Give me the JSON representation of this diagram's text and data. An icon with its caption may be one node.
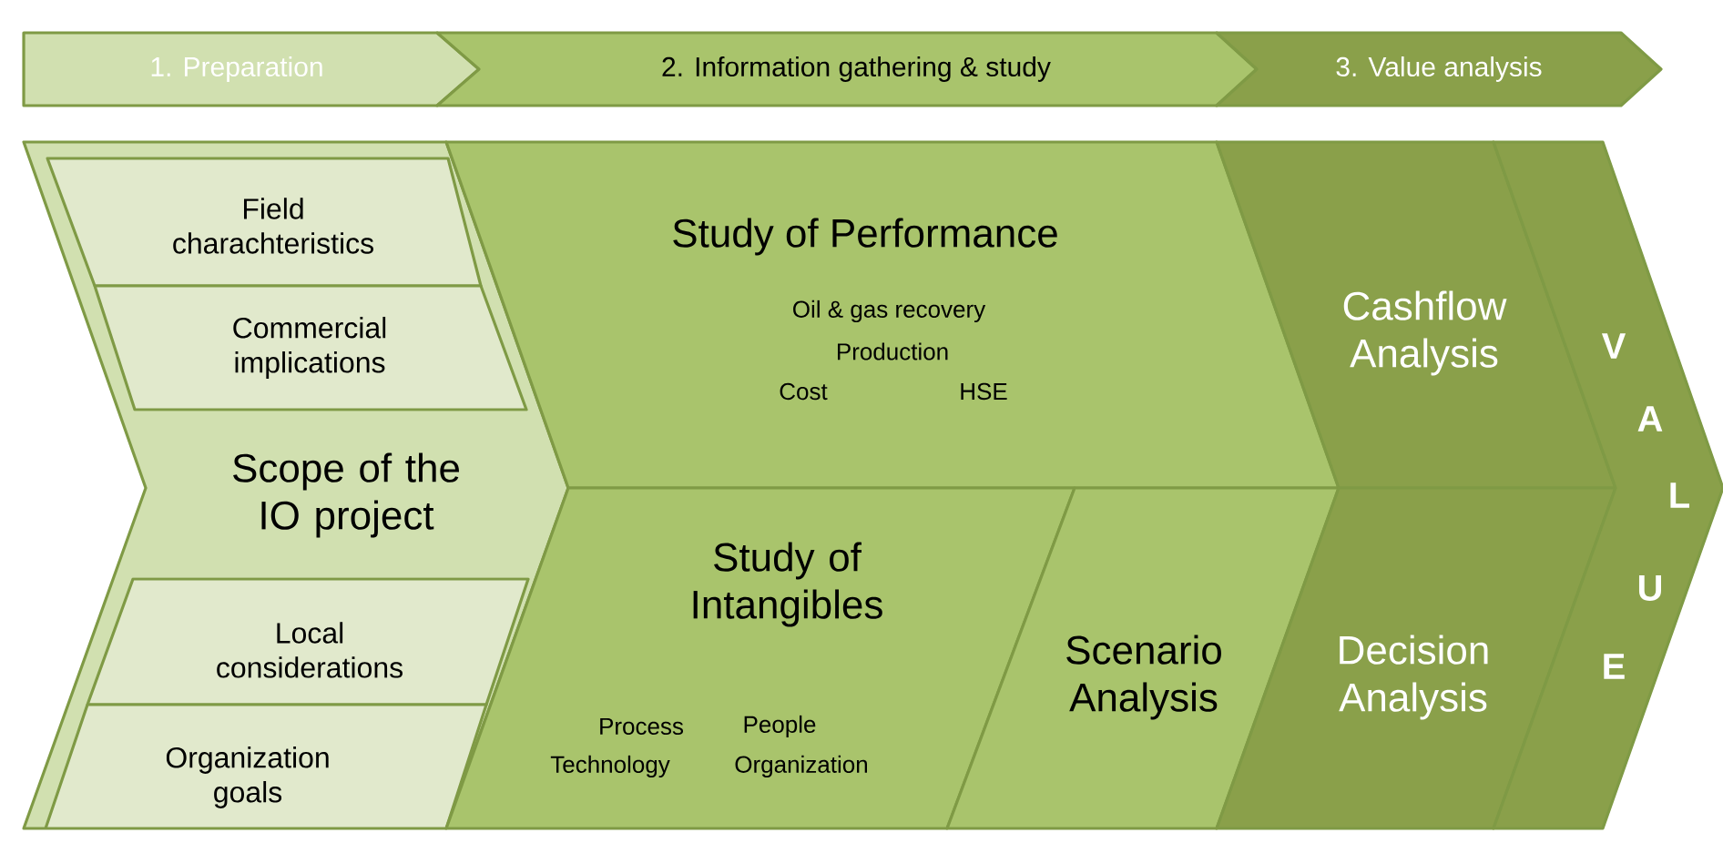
{
  "diagram": {
    "nodes": [
      {
        "text": [
          "1. Preparation"
        ]
      },
      {
        "text": [
          "2. Information gathering & study"
        ]
      },
      {
        "text": [
          "3. Value analysis"
        ]
      },
      {
        "text": [
          "Scope of the IO project"
        ]
      },
      {
        "text": [
          "Field charachteristics"
        ],
        "in": 3
      },
      {
        "text": [
          "Commercial implications"
        ],
        "in": 3
      },
      {
        "text": [
          "Local considerations"
        ],
        "in": 3
      },
      {
        "text": [
          "Organization goals"
        ],
        "in": 3
      },
      {
        "text": [
          "Study of Performance",
          "Oil & gas recovery",
          "Production",
          "Cost",
          "HSE"
        ]
      },
      {
        "text": [
          "Study of Intangibles",
          "Process",
          "People",
          "Technology",
          "Organization"
        ]
      },
      {
        "text": [
          "Scenario Analysis"
        ]
      },
      {
        "text": [
          "Cashflow Analysis"
        ]
      },
      {
        "text": [
          "Decision Analysis"
        ]
      },
      {
        "text": [
          "V",
          "A",
          "L",
          "U",
          "E"
        ]
      }
    ]
  }
}
